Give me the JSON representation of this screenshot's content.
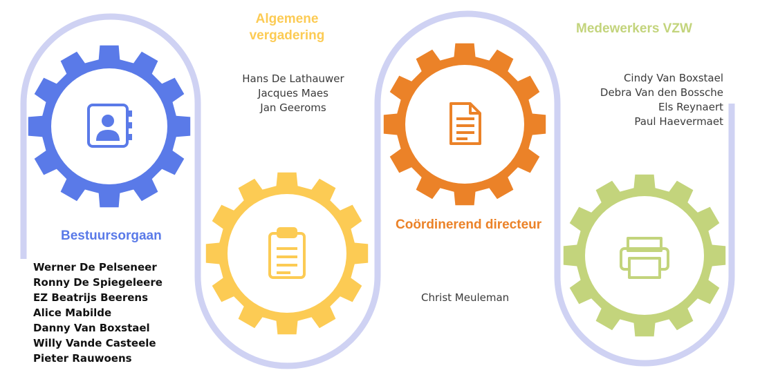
{
  "colors": {
    "track": "#cfd2f3",
    "blue": "#5a7ae8",
    "yellow": "#fccb54",
    "orange": "#eb8228",
    "green": "#c3d47c",
    "icon_outline_white": "#ffffff"
  },
  "groups": [
    {
      "id": "bestuursorgaan",
      "title": "Bestuursorgaan",
      "color": "#5a7ae8",
      "icon": "contact-book-icon",
      "members": [
        "Werner De Pelseneer",
        "Ronny De Spiegeleere",
        "EZ Beatrijs Beerens",
        "Alice Mabilde",
        "Danny Van Boxstael",
        "Willy Vande Casteele",
        "Pieter Rauwoens"
      ]
    },
    {
      "id": "algemene-vergadering",
      "title_line1": "Algemene",
      "title_line2": "vergadering",
      "color": "#fccb54",
      "icon": "clipboard-icon",
      "members": [
        "Hans De Lathauwer",
        "Jacques Maes",
        "Jan Geeroms"
      ]
    },
    {
      "id": "coordinerend-directeur",
      "title": "Coördinerend directeur",
      "color": "#eb8228",
      "icon": "document-icon",
      "members": [
        "Christ Meuleman"
      ]
    },
    {
      "id": "medewerkers-vzw",
      "title": "Medewerkers VZW",
      "color": "#c3d47c",
      "icon": "printer-icon",
      "members": [
        "Cindy Van Boxstael",
        "Debra Van den Bossche",
        "Els Reynaert",
        "Paul Haevermaet"
      ]
    }
  ]
}
